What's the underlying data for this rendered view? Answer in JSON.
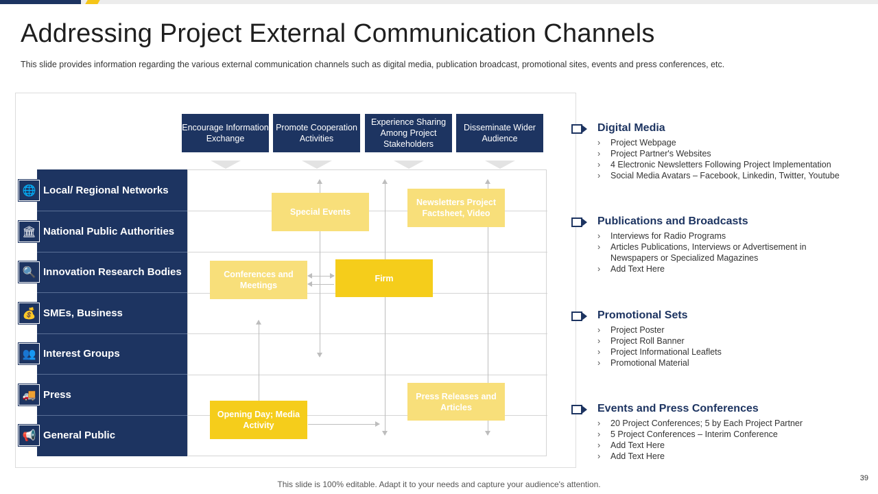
{
  "slide": {
    "title": "Addressing Project External Communication Channels",
    "subtitle": "This slide provides  information  regarding  the various  external communication channels such as digital media, publication broadcast, promotional sites, events and press conferences, etc.",
    "footer": "This slide is 100% editable. Adapt it to your needs and capture your audience's attention.",
    "page_number": "39"
  },
  "colors": {
    "navy": "#1d3461",
    "gold": "#f5cd1b",
    "gold_light": "#f8df7a"
  },
  "matrix": {
    "column_headers": [
      "Encourage Information Exchange",
      "Promote Cooperation Activities",
      "Experience Sharing Among Project Stakeholders",
      "Disseminate Wider Audience"
    ],
    "rows": [
      {
        "label": "Local/ Regional Networks",
        "icon": "globe-icon",
        "glyph": "🌐"
      },
      {
        "label": "National Public Authorities",
        "icon": "government-building-icon",
        "glyph": "🏛"
      },
      {
        "label": "Innovation Research Bodies",
        "icon": "research-magnifier-icon",
        "glyph": "🔍"
      },
      {
        "label": "SMEs, Business",
        "icon": "hand-money-icon",
        "glyph": "💰"
      },
      {
        "label": "Interest Groups",
        "icon": "group-people-icon",
        "glyph": "👥"
      },
      {
        "label": "Press",
        "icon": "press-truck-icon",
        "glyph": "🚚"
      },
      {
        "label": "General Public",
        "icon": "megaphone-crowd-icon",
        "glyph": "📢"
      }
    ],
    "boxes": {
      "special_events": "Special Events",
      "newsletters": "Newsletters Project Factsheet, Video",
      "conferences": "Conferences and Meetings",
      "firm": "Firm",
      "press_releases": "Press Releases and Articles",
      "opening_day": "Opening Day; Media Activity"
    }
  },
  "sections": [
    {
      "title": "Digital Media",
      "items": [
        "Project Webpage",
        "Project Partner's Websites",
        "4 Electronic Newsletters Following Project Implementation",
        "Social Media Avatars – Facebook, Linkedin, Twitter,  Youtube"
      ]
    },
    {
      "title": "Publications and Broadcasts",
      "items": [
        "Interviews  for Radio Programs",
        "Articles Publications, Interviews  or Advertisement  in Newspapers or Specialized Magazines",
        "Add Text Here"
      ]
    },
    {
      "title": "Promotional Sets",
      "items": [
        "Project Poster",
        "Project Roll Banner",
        "Project Informational  Leaflets",
        "Promotional Material"
      ]
    },
    {
      "title": "Events and Press Conferences",
      "items": [
        "20 Project Conferences;  5 by Each Project Partner",
        "5 Project Conferences  – Interim Conference",
        "Add Text Here",
        "Add Text Here"
      ]
    }
  ]
}
